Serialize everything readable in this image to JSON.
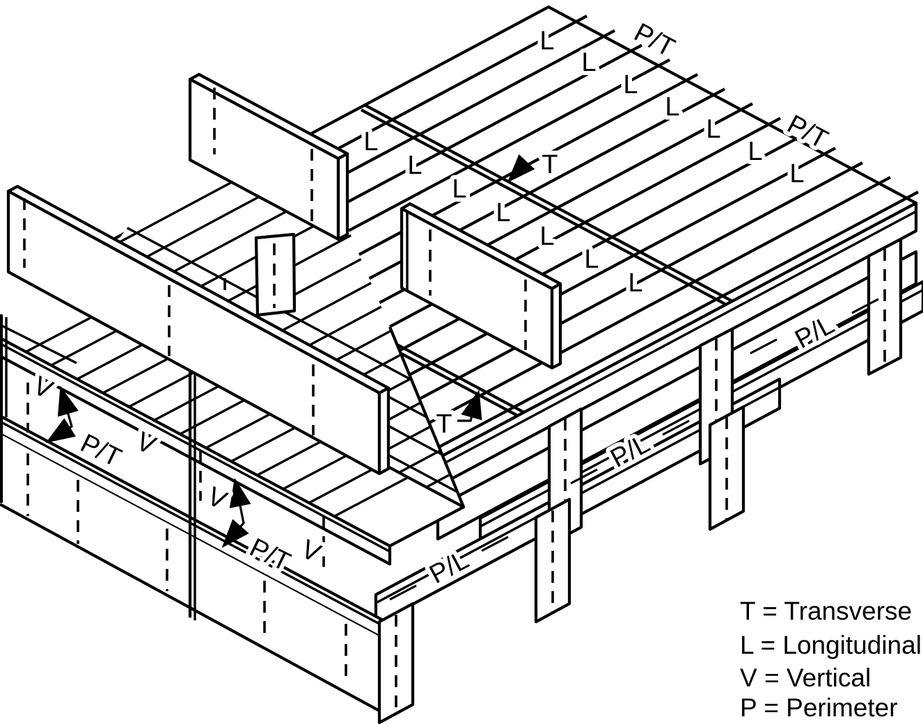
{
  "diagram": {
    "type": "isometric-timber-structure",
    "description": "Isometric line drawing of stacked timber deck assemblies with member orientation labels",
    "colors": {
      "line": "#000000",
      "background": "#ffffff"
    },
    "labels": {
      "l": [
        "L",
        "L",
        "L",
        "L",
        "L",
        "L",
        "L",
        "L",
        "L",
        "L",
        "L",
        "L",
        "L",
        "L"
      ],
      "pt_top": [
        "P/T",
        "P/T"
      ],
      "t": [
        "T",
        "T"
      ],
      "pl": [
        "P/L",
        "P/L",
        "P/L"
      ],
      "face_left": {
        "v1": "V",
        "pt": "P/T",
        "v2": "V"
      },
      "face_right": {
        "v1": "V",
        "pt": "P/T",
        "v2": "V"
      }
    },
    "legend": {
      "items": [
        {
          "symbol": "T",
          "meaning": "Transverse",
          "text": "T = Transverse"
        },
        {
          "symbol": "L",
          "meaning": "Longitudinal",
          "text": "L = Longitudinal"
        },
        {
          "symbol": "V",
          "meaning": "Vertical",
          "text": "V = Vertical"
        },
        {
          "symbol": "P",
          "meaning": "Perimeter",
          "text": "P = Perimeter"
        }
      ]
    }
  }
}
